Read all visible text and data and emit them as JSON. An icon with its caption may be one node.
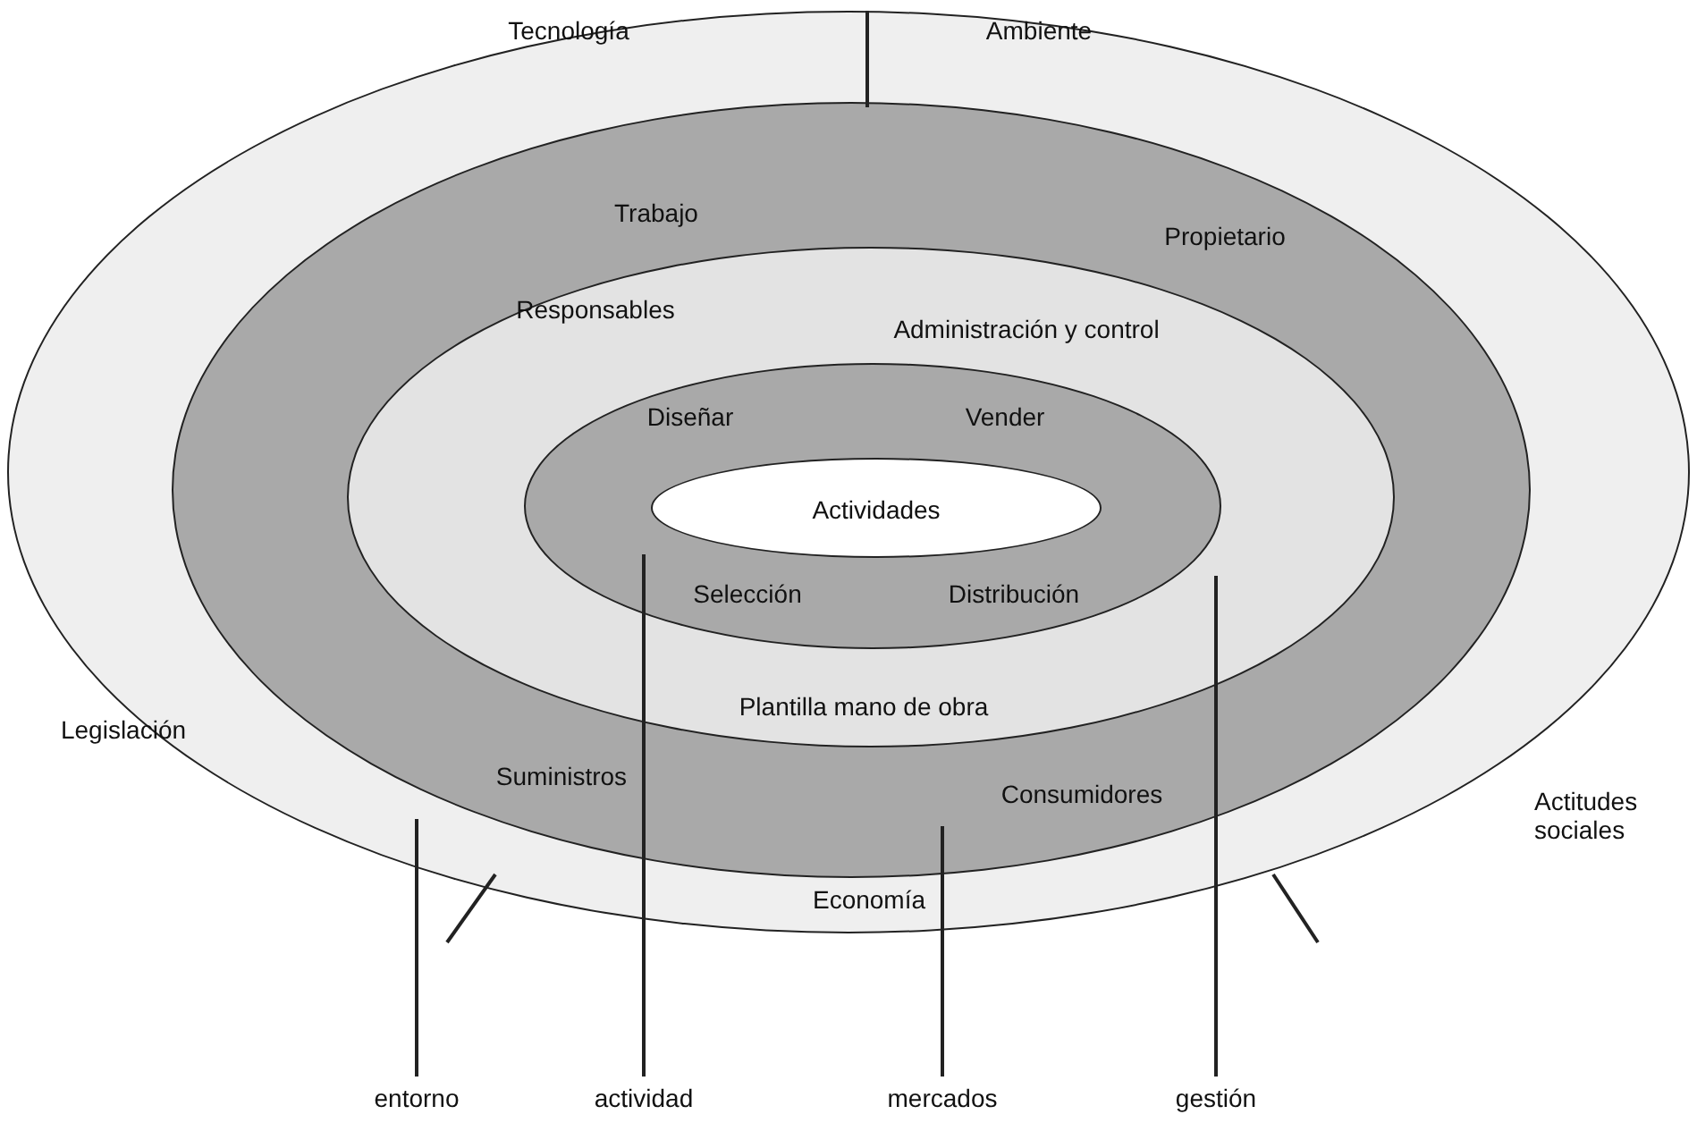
{
  "diagram": {
    "nodes": [
      {
        "text": [
          "Tecnología",
          "Ambiente",
          "Legislación",
          "Actitudes sociales",
          "Economía"
        ]
      },
      {
        "text": [
          "Trabajo",
          "Propietario",
          "Suministros",
          "Consumidores"
        ],
        "in": 0
      },
      {
        "text": [
          "Responsables",
          "Administración y control",
          "Plantilla mano de obra"
        ],
        "in": 1
      },
      {
        "text": [
          "Diseñar",
          "Vender",
          "Selección",
          "Distribución"
        ],
        "in": 2
      },
      {
        "text": [
          "Actividades"
        ],
        "in": 3
      },
      {
        "text": [
          "entorno"
        ]
      },
      {
        "text": [
          "actividad"
        ]
      },
      {
        "text": [
          "mercados"
        ]
      },
      {
        "text": [
          "gestión"
        ]
      }
    ],
    "edges": [
      {
        "from": 5,
        "to": 0,
        "arrow": "none"
      },
      {
        "from": 6,
        "to": 3,
        "arrow": "none"
      },
      {
        "from": 7,
        "to": 1,
        "arrow": "none"
      },
      {
        "from": 8,
        "to": 2,
        "arrow": "none"
      }
    ]
  }
}
